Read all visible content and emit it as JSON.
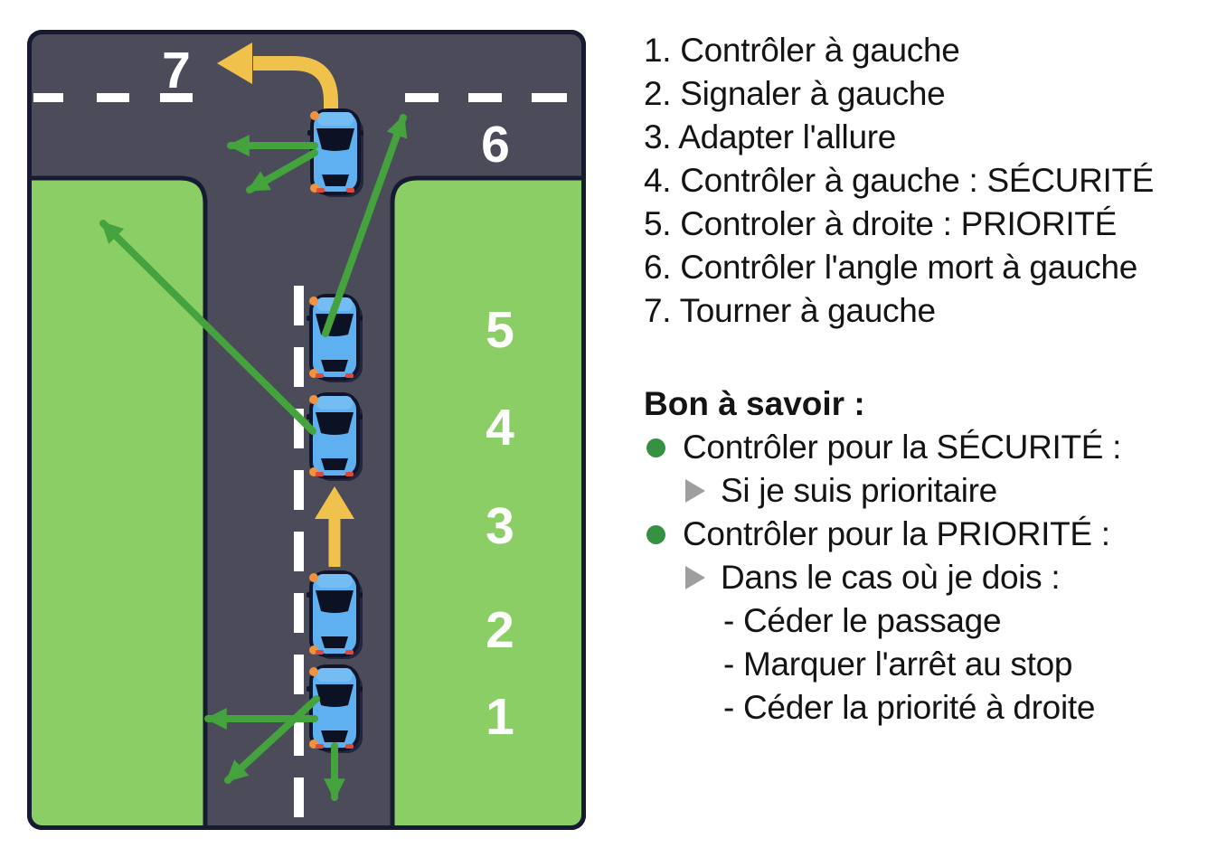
{
  "diagram": {
    "lane_numbers": [
      "1",
      "2",
      "3",
      "4",
      "5",
      "6",
      "7"
    ],
    "colors": {
      "road": "#4b4b5a",
      "grass": "#8bce66",
      "outline": "#171b31",
      "arrow_green": "#44a33c",
      "arrow_yellow": "#f0c24b",
      "car_body_blue": "#5fb0f0",
      "car_window": "#0c1124",
      "blinker_orange": "#f0923e",
      "taillight_red": "#de4a3a",
      "marking_white": "#ffffff"
    }
  },
  "right_panel": {
    "steps": [
      "1. Contrôler à gauche",
      "2. Signaler à gauche",
      "3. Adapter l'allure",
      "4. Contrôler à gauche : SÉCURITÉ",
      "5. Controler à droite : PRIORITÉ",
      "6. Contrôler l'angle mort à gauche",
      "7. Tourner à gauche"
    ],
    "tips_title": "Bon à savoir :",
    "tips": [
      {
        "marker": "bullet",
        "text": "Contrôler pour la SÉCURITÉ :"
      },
      {
        "marker": "triangle",
        "text": "Si je suis prioritaire"
      },
      {
        "marker": "bullet",
        "text": "Contrôler pour la PRIORITÉ :"
      },
      {
        "marker": "triangle",
        "text": "Dans le cas où je dois :"
      },
      {
        "marker": "dash",
        "text": "- Céder le passage"
      },
      {
        "marker": "dash",
        "text": "- Marquer l'arrêt au stop"
      },
      {
        "marker": "dash",
        "text": "- Céder la priorité à droite"
      }
    ]
  }
}
